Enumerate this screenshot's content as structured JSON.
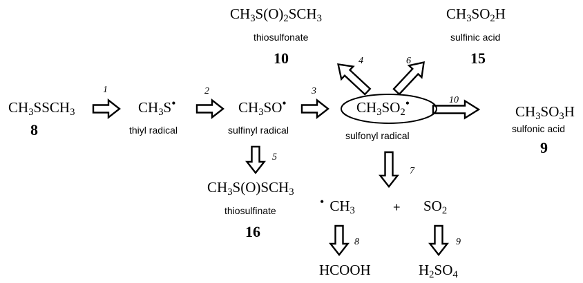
{
  "species": {
    "dmds": {
      "formula": "CH3SSCH3",
      "number": "8"
    },
    "thiyl": {
      "formula": "CH3S",
      "name": "thiyl radical"
    },
    "sulfinyl": {
      "formula": "CH3SO",
      "name": "sulfinyl radical"
    },
    "sulfonyl": {
      "formula": "CH3SO2",
      "name": "sulfonyl radical"
    },
    "thiosulfonate": {
      "formula": "CH3S(O)2SCH3",
      "name": "thiosulfonate",
      "number": "10"
    },
    "sulfinic": {
      "formula": "CH3SO2H",
      "name": "sulfinic acid",
      "number": "15"
    },
    "sulfonic": {
      "formula": "CH3SO3H",
      "name": "sulfonic acid",
      "number": "9"
    },
    "thiosulfinate": {
      "formula": "CH3S(O)SCH3",
      "name": "thiosulfinate",
      "number": "16"
    },
    "methyl": {
      "formula": "CH3"
    },
    "so2": {
      "formula": "SO2"
    },
    "formic": {
      "formula": "HCOOH"
    },
    "sulfuric": {
      "formula": "H2SO4"
    }
  },
  "plus_sign": "+",
  "radical_dot": "•",
  "steps": [
    "1",
    "2",
    "3",
    "4",
    "5",
    "6",
    "7",
    "8",
    "9",
    "10"
  ],
  "colors": {
    "ink": "#000000",
    "background": "#ffffff"
  }
}
